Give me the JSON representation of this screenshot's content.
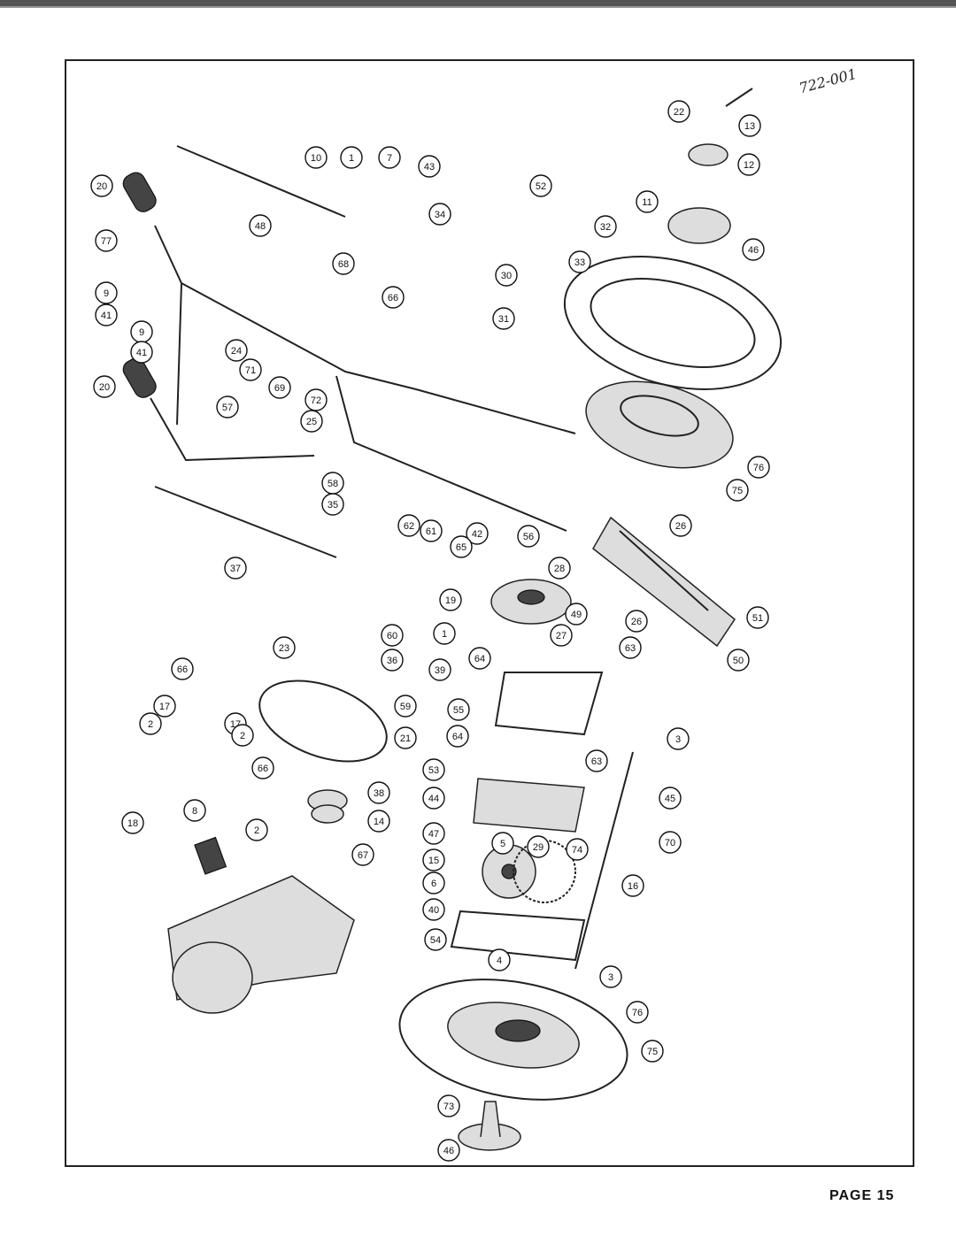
{
  "page_label": "PAGE 15",
  "handwritten_note": "722-001",
  "callouts": [
    "1",
    "2",
    "3",
    "4",
    "5",
    "6",
    "7",
    "8",
    "9",
    "10",
    "11",
    "12",
    "13",
    "14",
    "15",
    "16",
    "17",
    "18",
    "19",
    "20",
    "21",
    "22",
    "23",
    "24",
    "25",
    "26",
    "27",
    "28",
    "29",
    "30",
    "31",
    "32",
    "33",
    "34",
    "35",
    "36",
    "37",
    "38",
    "39",
    "40",
    "41",
    "42",
    "43",
    "44",
    "45",
    "46",
    "47",
    "48",
    "49",
    "50",
    "51",
    "52",
    "53",
    "54",
    "55",
    "56",
    "57",
    "58",
    "59",
    "60",
    "61",
    "62",
    "63",
    "64",
    "65",
    "66",
    "67",
    "68",
    "69",
    "70",
    "71",
    "72",
    "73",
    "74",
    "75",
    "76",
    "77"
  ]
}
